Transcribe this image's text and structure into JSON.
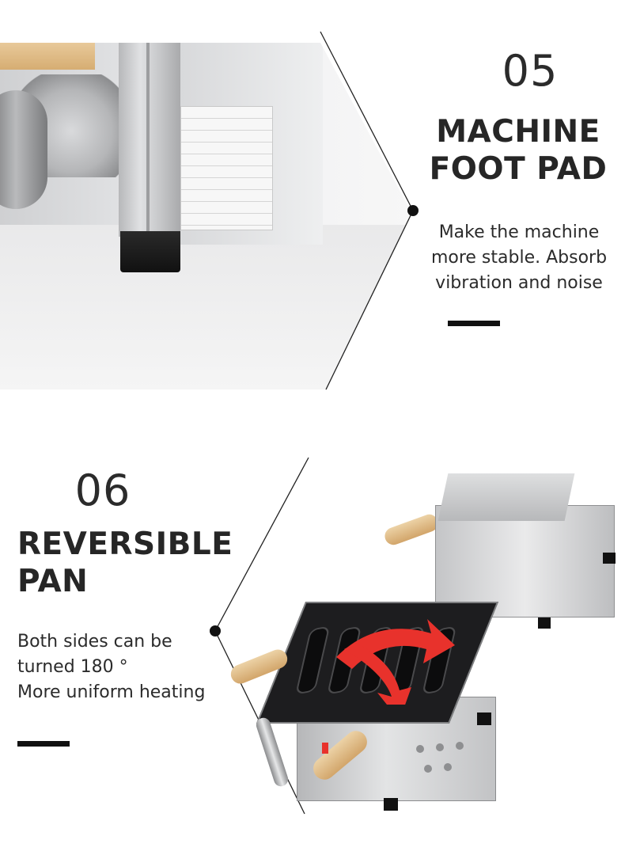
{
  "section_05": {
    "number": "05",
    "heading_line1": "MACHINE",
    "heading_line2": "FOOT PAD",
    "description_line1": "Make the machine",
    "description_line2": "more stable. Absorb",
    "description_line3": "vibration and noise"
  },
  "section_06": {
    "number": "06",
    "heading_line1": "REVERSIBLE",
    "heading_line2": "PAN",
    "description_line1": "Both sides can be",
    "description_line2": "turned 180 °",
    "description_line3": "More uniform heating"
  },
  "colors": {
    "text": "#2b2b2b",
    "accent_bar": "#111111",
    "arrow_red": "#e8322c",
    "wood_handle": "#d6ad72"
  }
}
